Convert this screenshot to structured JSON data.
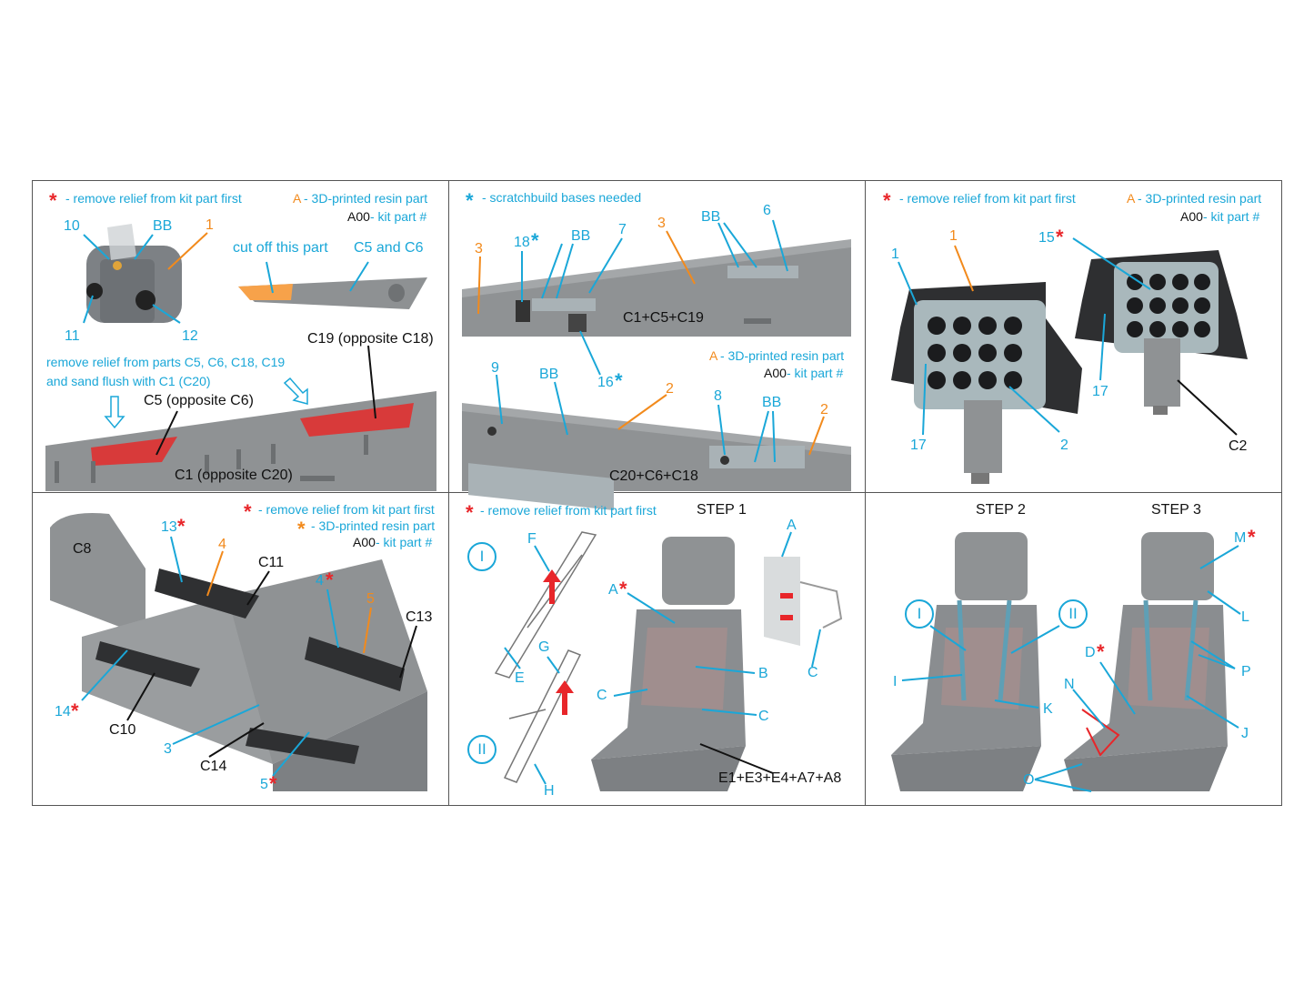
{
  "legend": {
    "remove_relief": "- remove relief from kit part first",
    "resin_letter": "A",
    "resin_text": " - 3D-printed resin part",
    "kit_code": "A00",
    "kit_text": " - kit part #",
    "scratchbuild": "- scratchbuild bases needed",
    "star": "*"
  },
  "panel1": {
    "labels": [
      "10",
      "BB",
      "1",
      "11",
      "12"
    ],
    "cut_off": "cut off this part",
    "c5c6": "C5 and C6",
    "instruction_line1": "remove relief from parts C5, C6, C18, C19",
    "instruction_line2": "and sand flush with C1 (C20)",
    "c19": "C19 (opposite C18)",
    "c5": "C5 (opposite C6)",
    "c1": "C1 (opposite C20)"
  },
  "panel2": {
    "top_labels": [
      "3",
      "18",
      "BB",
      "7",
      "3",
      "BB",
      "6"
    ],
    "top_assembly": "C1+C5+C19",
    "label_16": "16",
    "bottom_labels": [
      "9",
      "BB",
      "2",
      "8",
      "BB",
      "2"
    ],
    "bottom_assembly": "C20+C6+C18"
  },
  "panel3": {
    "labels": [
      "1",
      "1",
      "15",
      "17",
      "17",
      "2",
      "C2"
    ]
  },
  "panel4": {
    "labels": [
      "C8",
      "13",
      "4",
      "C11",
      "4",
      "5",
      "C13",
      "14",
      "C10",
      "3",
      "C14",
      "5"
    ]
  },
  "panel5": {
    "step": "STEP 1",
    "roman1": "I",
    "roman2": "II",
    "belt_labels": [
      "F",
      "E",
      "G",
      "H"
    ],
    "seat_labels": [
      "A",
      "B",
      "C",
      "C",
      "A",
      "C"
    ],
    "assembly": "E1+E3+E4+A7+A8"
  },
  "panel6": {
    "step2": "STEP 2",
    "step3": "STEP 3",
    "labels_left": [
      "I",
      "K"
    ],
    "labels_right": [
      "M",
      "L",
      "D",
      "P",
      "N",
      "J",
      "O"
    ]
  },
  "colors": {
    "accent": "#1aa7d8",
    "orange": "#f28a1c",
    "red": "#e8262a",
    "grey_part": "#8f9294",
    "resin_red": "#d83a3a"
  }
}
